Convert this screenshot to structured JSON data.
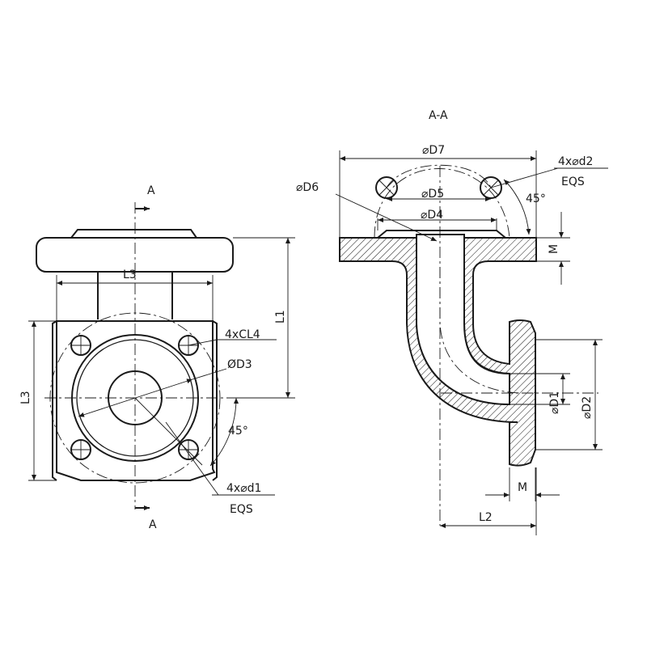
{
  "labels": {
    "section_title": "A-A",
    "cut_top": "A",
    "cut_bottom": "A",
    "L3_top": "L3",
    "L3_left": "L3",
    "L1": "L1",
    "CL4": "4xCL4",
    "D3": "ØD3",
    "angle_left": "45°",
    "d1": "4x⌀d1",
    "eqs_left": "EQS",
    "D7": "⌀D7",
    "d2": "4x⌀d2",
    "eqs_right": "EQS",
    "D6": "⌀D6",
    "D5": "⌀D5",
    "angle_right": "45°",
    "D4": "⌀D4",
    "M_top": "M",
    "D1": "⌀D1",
    "D2": "⌀D2",
    "M_bottom": "M",
    "L2": "L2"
  },
  "colors": {
    "line": "#1a1a1a",
    "background": "#ffffff"
  }
}
